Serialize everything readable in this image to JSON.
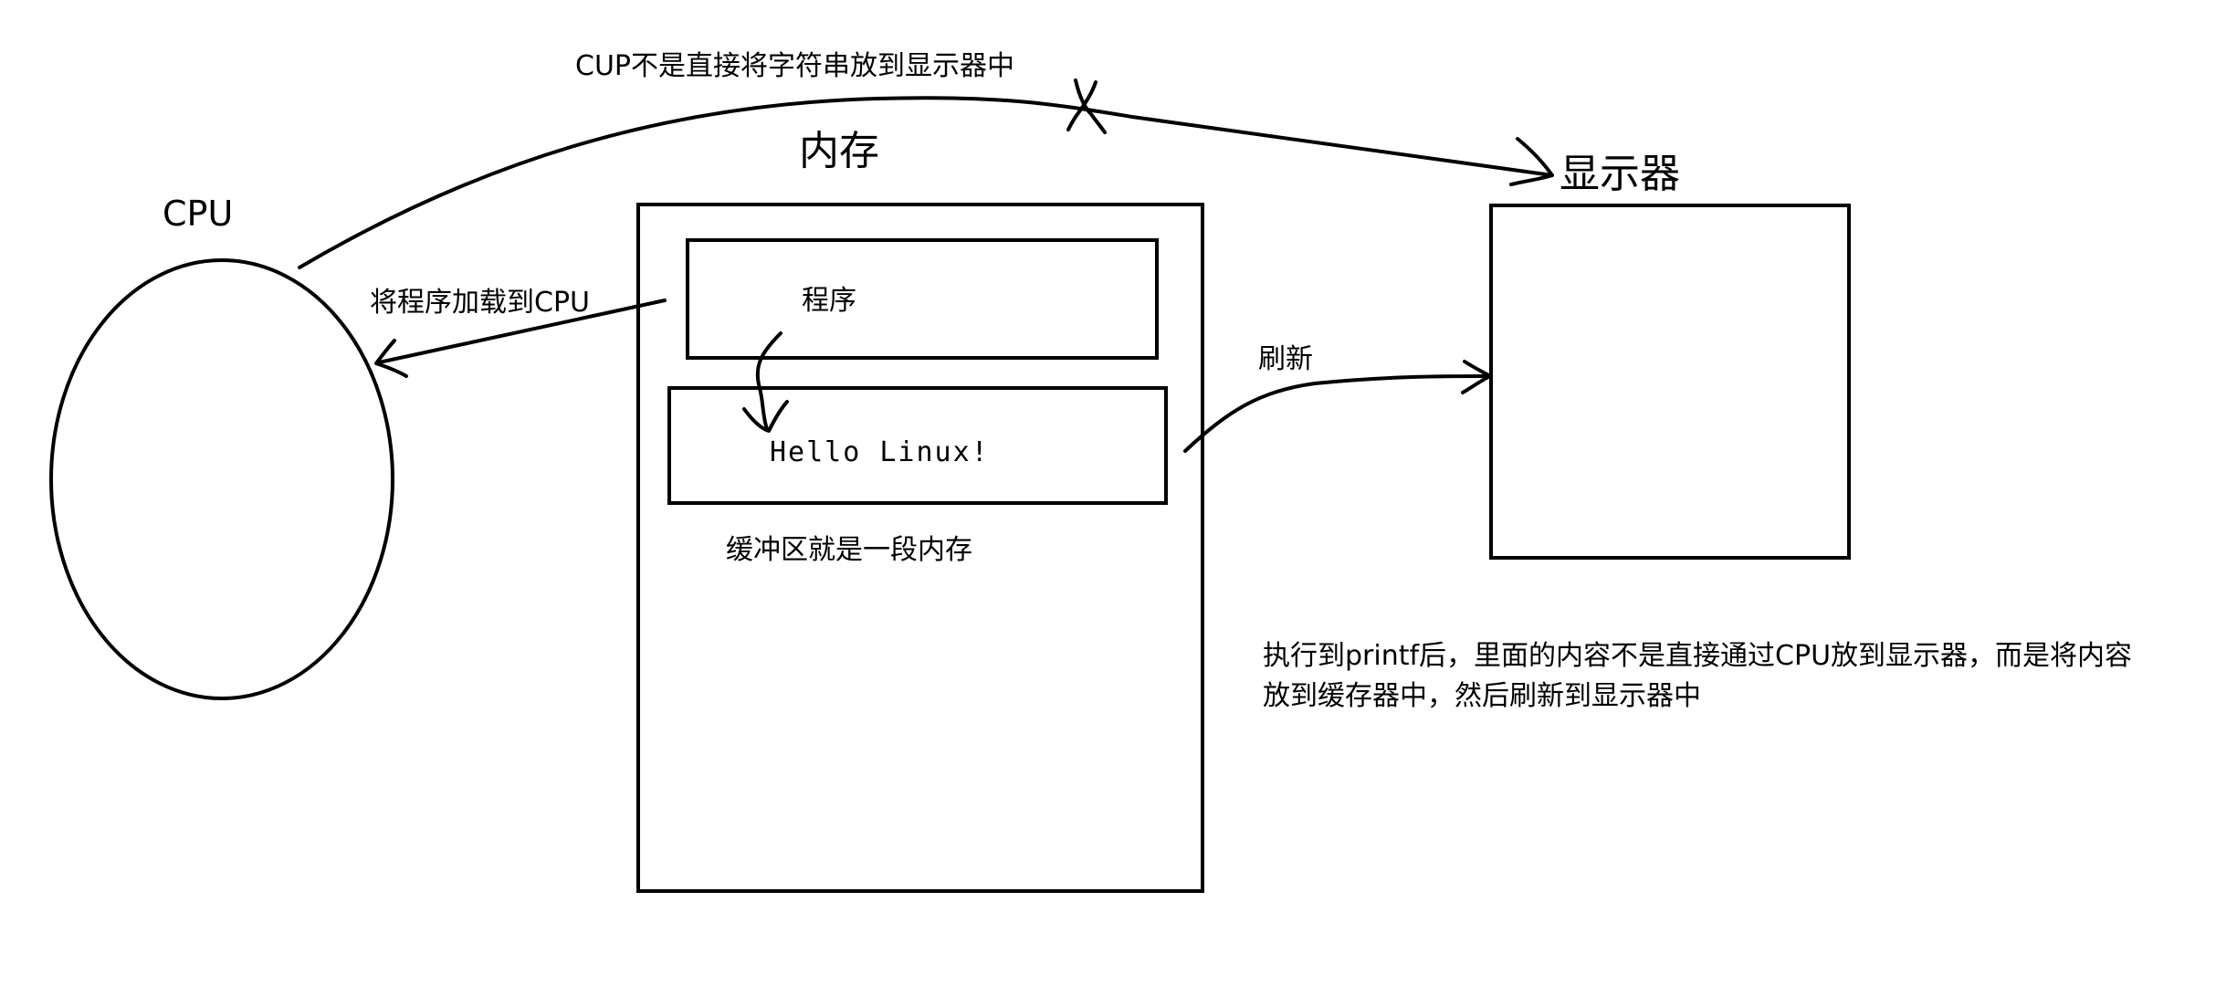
{
  "labels": {
    "cpu": "CPU",
    "memory": "内存",
    "display": "显示器",
    "program": "程序",
    "buffer_content": "Hello Linux!",
    "buffer_note": "缓冲区就是一段内存",
    "load_arrow": "将程序加载到CPU",
    "refresh_arrow": "刷新",
    "direct_note": "CUP不是直接将字符串放到显示器中",
    "explanation_line1": "执行到printf后，里面的内容不是直接通过CPU放到显示器，而是将内容",
    "explanation_line2": "放到缓存器中，然后刷新到显示器中"
  }
}
